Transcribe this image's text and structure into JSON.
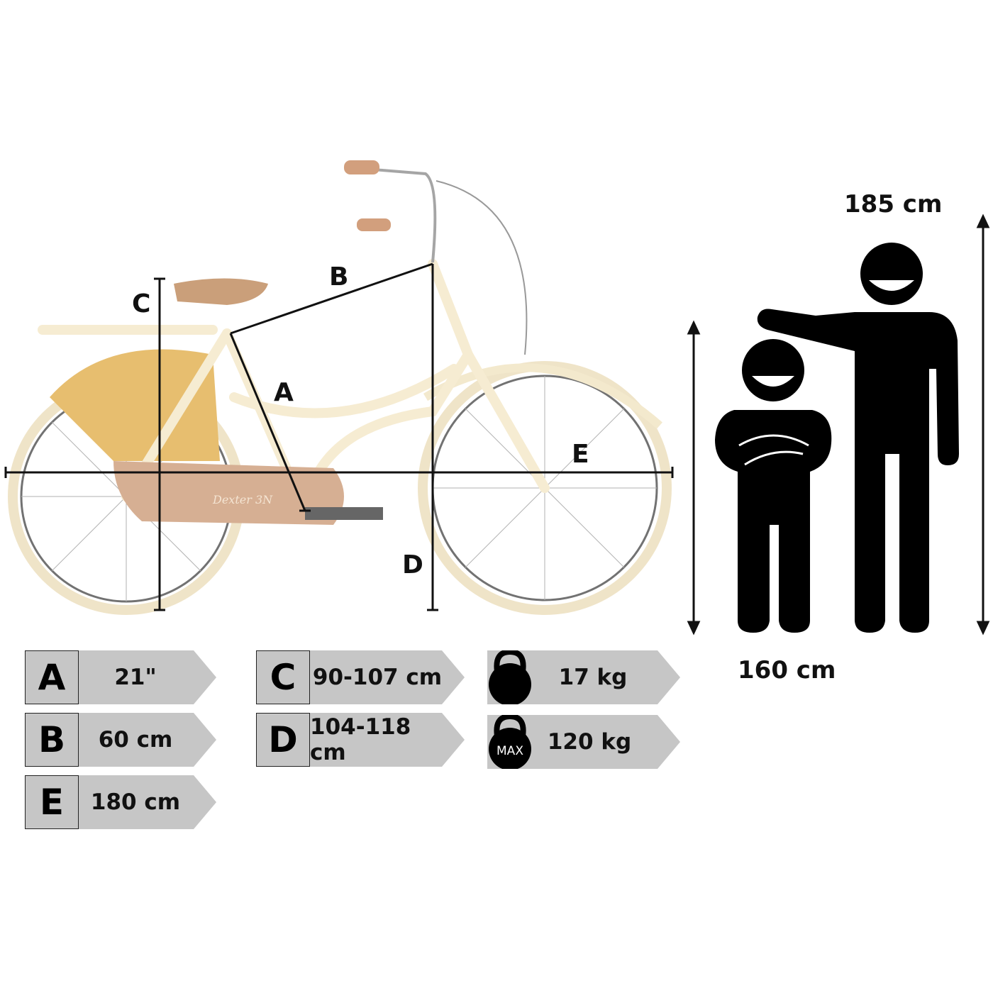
{
  "diagram": {
    "labels": {
      "A": "A",
      "B": "B",
      "C": "C",
      "D": "D",
      "E": "E"
    },
    "brand_text": "Dexter 3N"
  },
  "heights": {
    "adult": "185 cm",
    "child": "160 cm"
  },
  "specs": [
    {
      "letter": "A",
      "value": "21\""
    },
    {
      "letter": "B",
      "value": "60 cm"
    },
    {
      "letter": "E",
      "value": "180 cm"
    },
    {
      "letter": "C",
      "value": "90-107 cm"
    },
    {
      "letter": "D",
      "value": "104-118 cm"
    }
  ],
  "weights": {
    "bike_weight": "17 kg",
    "max_load": "120 kg",
    "max_label": "MAX"
  },
  "colors": {
    "frame": "#f3e6c4",
    "chain_guard": "#c99570",
    "mudguard": "#e0a940",
    "box": "#c6c6c6"
  }
}
